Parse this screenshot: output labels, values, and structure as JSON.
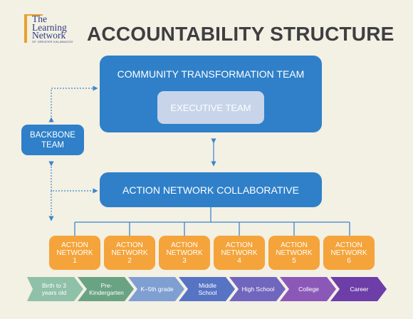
{
  "logo": {
    "line1": "The",
    "line2": "Learning",
    "line3": "Network",
    "sub": "OF GREATER KALAMAZOO"
  },
  "title": "ACCOUNTABILITY STRUCTURE",
  "boxes": {
    "community": "COMMUNITY TRANSFORMATION TEAM",
    "executive": "EXECUTIVE TEAM",
    "backbone_1": "BACKBONE",
    "backbone_2": "TEAM",
    "collaborative": "ACTION NETWORK COLLABORATIVE"
  },
  "action_networks": [
    {
      "l1": "ACTION",
      "l2": "NETWORK",
      "n": "1"
    },
    {
      "l1": "ACTION",
      "l2": "NETWORK",
      "n": "2"
    },
    {
      "l1": "ACTION",
      "l2": "NETWORK",
      "n": "3"
    },
    {
      "l1": "ACTION",
      "l2": "NETWORK",
      "n": "4"
    },
    {
      "l1": "ACTION",
      "l2": "NETWORK",
      "n": "5"
    },
    {
      "l1": "ACTION",
      "l2": "NETWORK",
      "n": "6"
    }
  ],
  "stages": [
    {
      "label": "Birth to 3 years old",
      "color": "#8fc0a8"
    },
    {
      "label": "Pre-Kindergarten",
      "color": "#6aa383"
    },
    {
      "label": "K–5th grade",
      "color": "#7f9fd2"
    },
    {
      "label": "Middle School",
      "color": "#5673c4"
    },
    {
      "label": "High School",
      "color": "#7166bd"
    },
    {
      "label": "College",
      "color": "#8b58b8"
    },
    {
      "label": "Career",
      "color": "#6d3ea8"
    }
  ],
  "colors": {
    "primary_blue": "#2f80c9",
    "executive_fill": "#c7d4e9",
    "action_orange": "#f4a43a",
    "title_gray": "#3f3f42",
    "background": "#f3f0e4"
  }
}
